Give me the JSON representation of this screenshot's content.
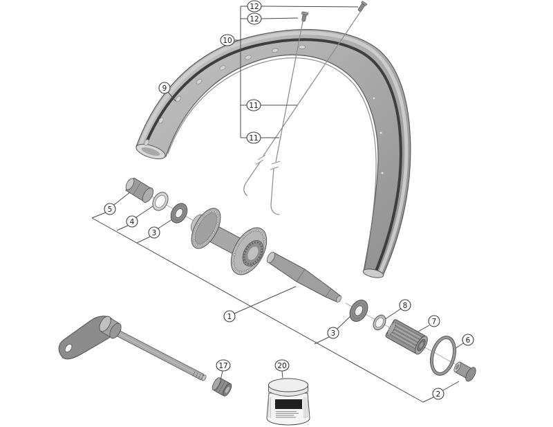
{
  "diagram": {
    "type": "exploded-parts-diagram",
    "balloons": {
      "b12a": "12",
      "b12b": "12",
      "b10": "10",
      "b9": "9",
      "b11a": "11",
      "b11b": "11",
      "b5": "5",
      "b4": "4",
      "b3l": "3",
      "b1": "1",
      "b3r": "3",
      "b8": "8",
      "b7": "7",
      "b6": "6",
      "b2": "2",
      "b17": "17",
      "b20": "20"
    },
    "colors": {
      "line": "#4a4a4a",
      "rim_fill_light": "#c6c6c6",
      "rim_fill_dark": "#8f8f8f",
      "rim_stripe": "#3e3e3e",
      "part_gray": "#a0a0a0",
      "jar_label": "#1f1f1f",
      "background": "#ffffff"
    }
  }
}
